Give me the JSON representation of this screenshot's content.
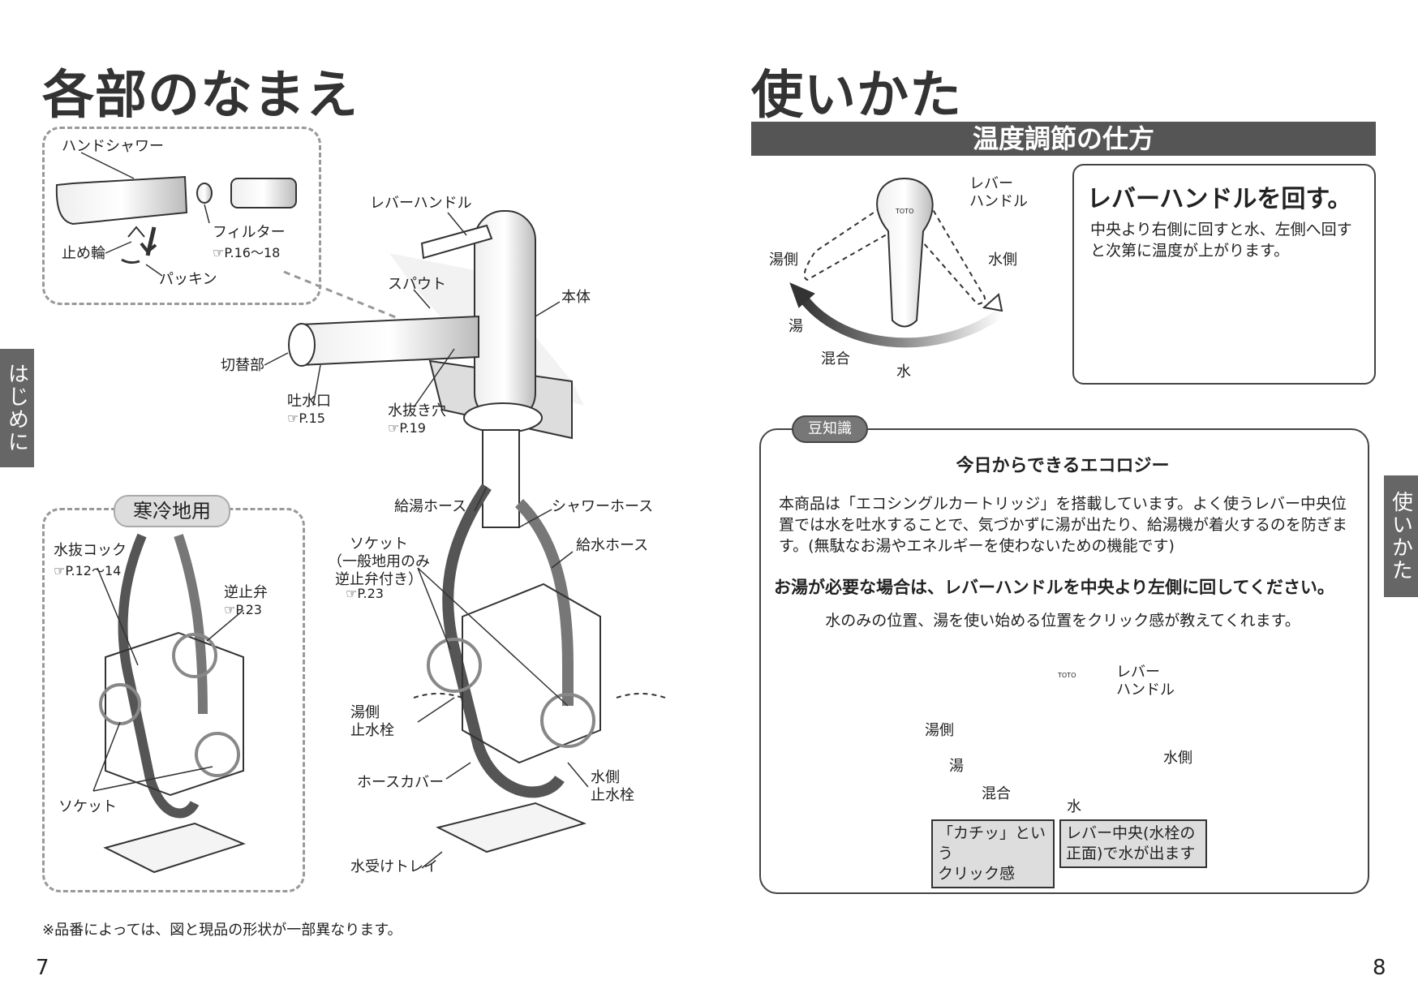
{
  "left_page": {
    "title": "各部のなまえ",
    "labels": {
      "hand_shower": "ハンドシャワー",
      "filter": "フィルター",
      "filter_ref": "☞P.16〜18",
      "stop_ring": "止め輪",
      "packing": "パッキン",
      "lever_handle": "レバーハンドル",
      "spout": "スパウト",
      "body": "本体",
      "switch_part": "切替部",
      "outlet": "吐水口",
      "outlet_ref": "☞P.15",
      "drain_hole": "水抜き穴",
      "drain_hole_ref": "☞P.19",
      "hot_hose": "給湯ホース",
      "shower_hose": "シャワーホース",
      "cold_hose": "給水ホース",
      "socket_general": "ソケット\n（一般地用のみ\n逆止弁付き）",
      "socket_general_ref": "☞P.23",
      "hot_stop_valve": "湯側\n止水栓",
      "hose_cover": "ホースカバー",
      "cold_stop_valve": "水側\n止水栓",
      "tray": "水受けトレイ",
      "cold_region": "寒冷地用",
      "drain_cock": "水抜コック",
      "drain_cock_ref": "☞P.12〜14",
      "check_valve": "逆止弁",
      "check_valve_ref": "☞P.23",
      "socket": "ソケット"
    },
    "footnote": "※品番によっては、図と現品の形状が一部異なります。",
    "page_number": "7",
    "side_tab": "はじめに"
  },
  "right_page": {
    "title": "使いかた",
    "section_band": "温度調節の仕方",
    "diagram1": {
      "lever": "レバー\nハンドル",
      "toto": "TOTO",
      "hot_side": "湯側",
      "cold_side": "水側",
      "hot": "湯",
      "mix": "混合",
      "water": "水"
    },
    "instruction_title": "レバーハンドルを回す。",
    "instruction_body": "中央より右側に回すと水、左側へ回すと次第に温度が上がります。",
    "tip_badge": "豆知識",
    "tip_title": "今日からできるエコロジー",
    "tip_body": "本商品は「エコシングルカートリッジ」を搭載しています。よく使うレバー中央位置では水を吐水することで、気づかずに湯が出たり、給湯機が着火するのを防ぎます。(無駄なお湯やエネルギーを使わないための機能です)",
    "tip_emphasis": "お湯が必要な場合は、レバーハンドルを中央より左側に回してください。",
    "tip_note": "水のみの位置、湯を使い始める位置をクリック感が教えてくれます。",
    "diagram2": {
      "lever": "レバー\nハンドル",
      "toto": "TOTO",
      "hot_side": "湯側",
      "cold_side": "水側",
      "hot": "湯",
      "mix": "混合",
      "water": "水",
      "click_label": "「カチッ」という\nクリック感",
      "center_label": "レバー中央(水栓の\n正面)で水が出ます"
    },
    "page_number": "8",
    "side_tab": "使いかた"
  },
  "colors": {
    "band": "#555555",
    "side_tab": "#666666",
    "badge": "#777777",
    "label_bg": "#dddddd"
  }
}
